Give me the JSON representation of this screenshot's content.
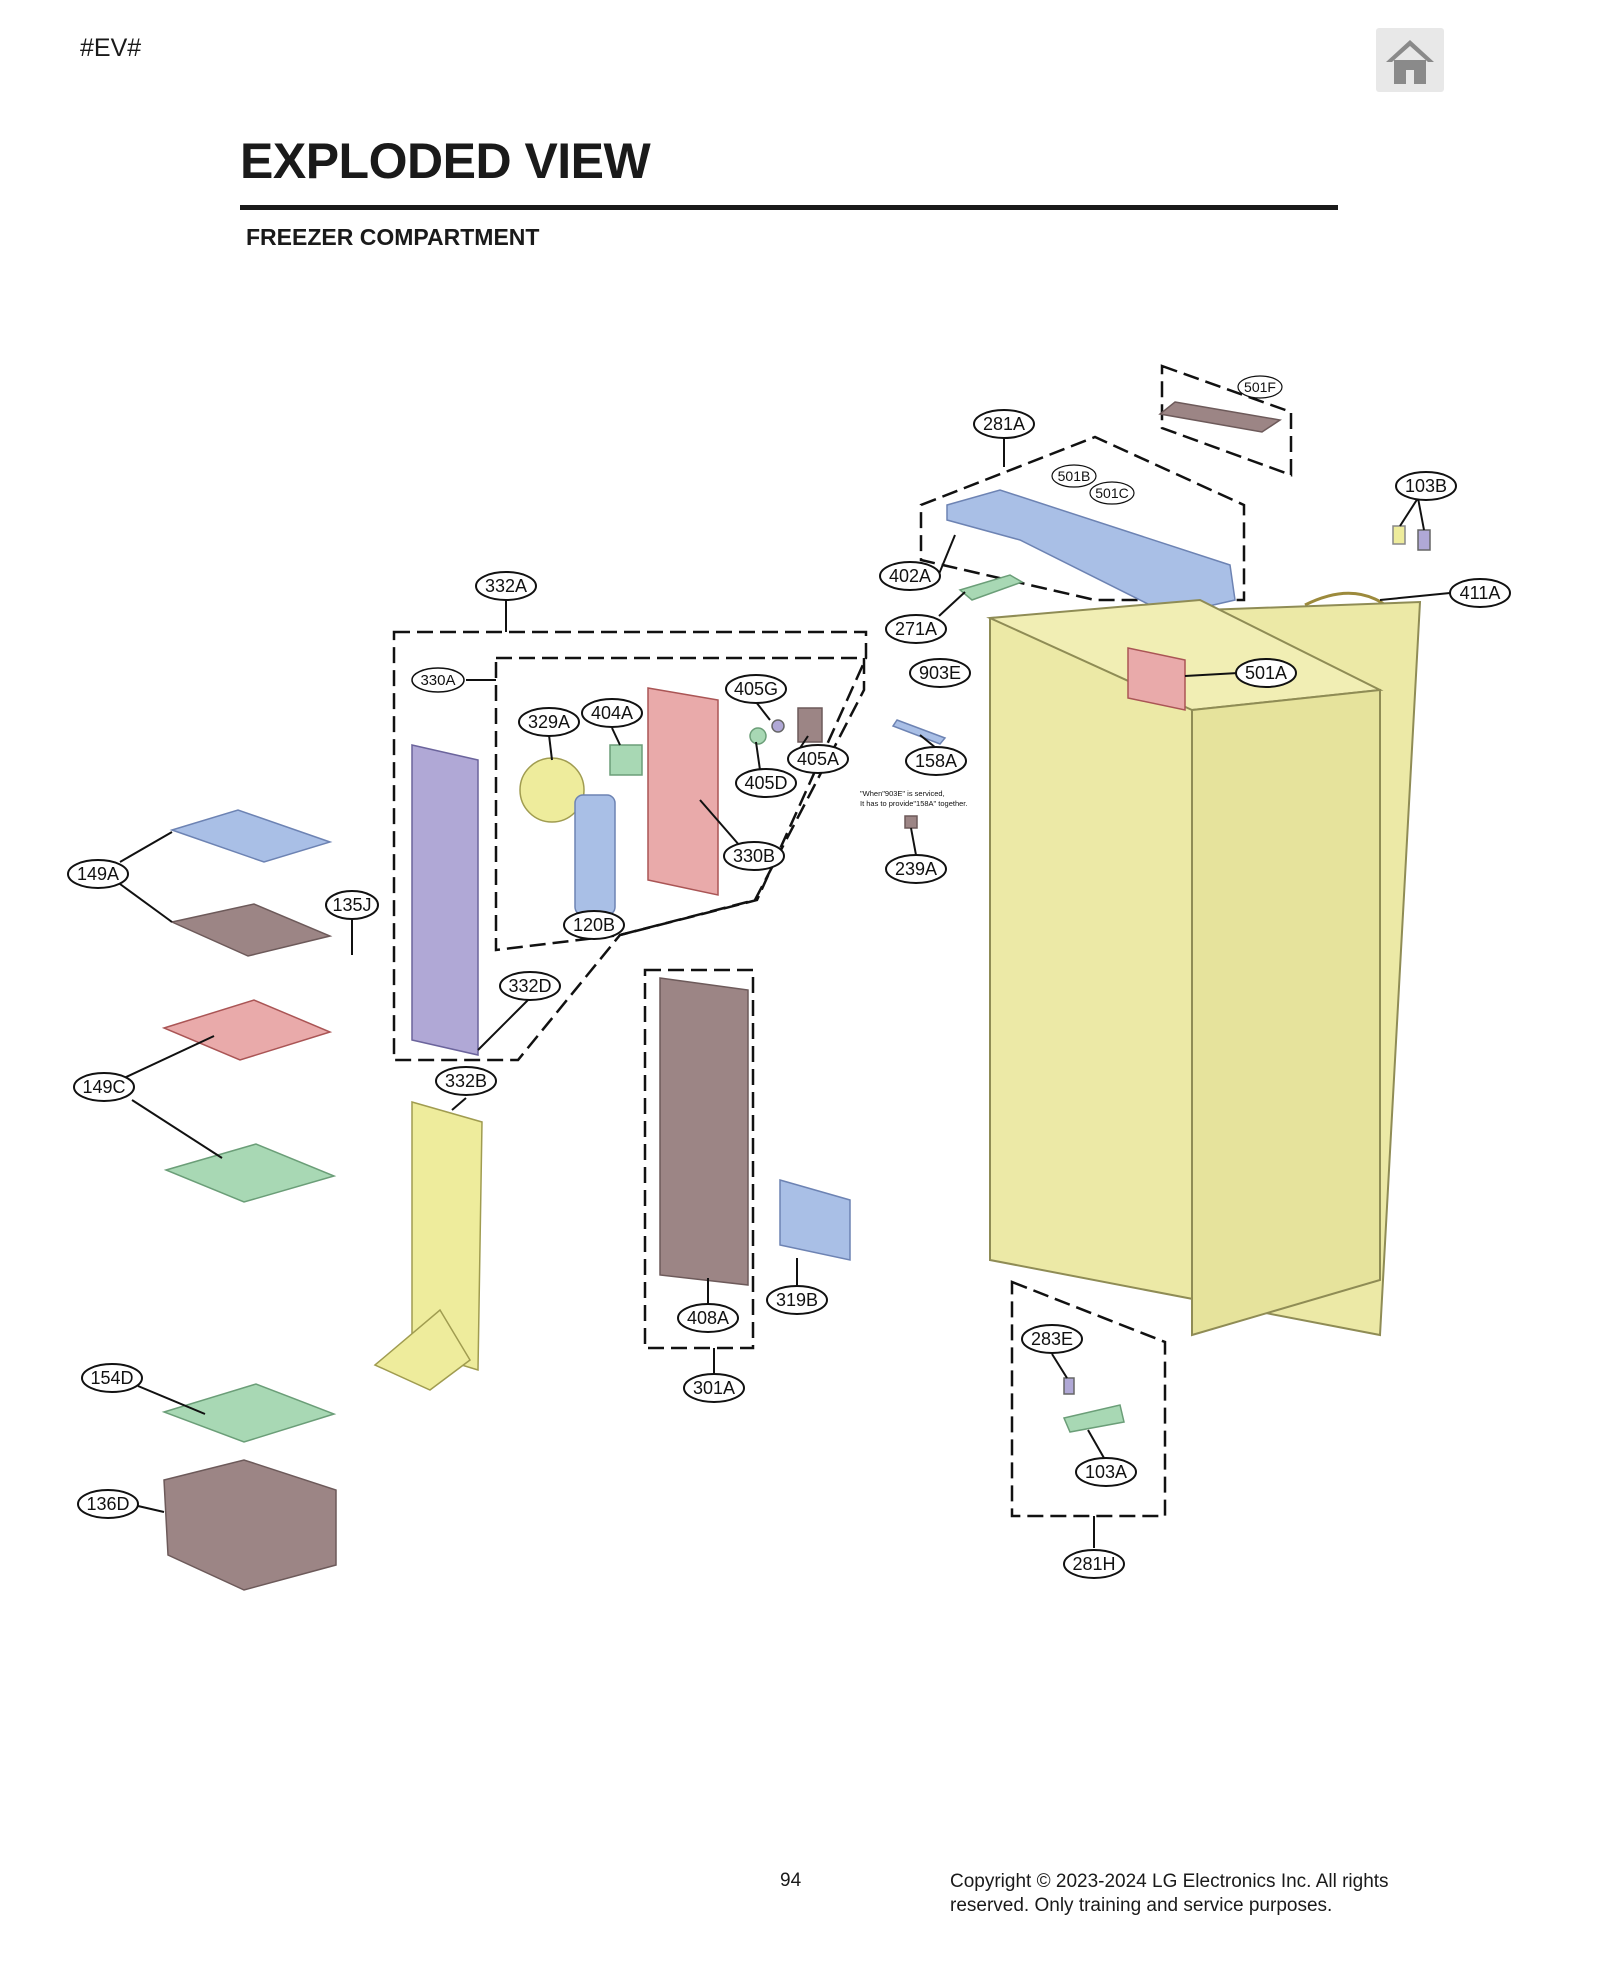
{
  "header": {
    "corner_tag": "#EV#",
    "home_icon": "home-icon",
    "title": "EXPLODED VIEW",
    "subtitle": "FREEZER COMPARTMENT"
  },
  "callouts": {
    "c501F": "501F",
    "c281A": "281A",
    "c501B": "501B",
    "c501C": "501C",
    "c103B": "103B",
    "c402A": "402A",
    "c411A": "411A",
    "c271A": "271A",
    "c332A": "332A",
    "c903E": "903E",
    "c501A": "501A",
    "c330A": "330A",
    "c405G": "405G",
    "c329A": "329A",
    "c404A": "404A",
    "c405A": "405A",
    "c405D": "405D",
    "c158A": "158A",
    "c330B": "330B",
    "c239A": "239A",
    "c149A": "149A",
    "c135J": "135J",
    "c120B": "120B",
    "c332D": "332D",
    "c332B": "332B",
    "c149C": "149C",
    "c408A": "408A",
    "c319B": "319B",
    "c283E": "283E",
    "c301A": "301A",
    "c154D": "154D",
    "c103A": "103A",
    "c136D": "136D",
    "c281H": "281H"
  },
  "note": {
    "line1": "\"When\"903E\" is serviced,",
    "line2": "It has to provide\"158A\" together."
  },
  "colors": {
    "cabinet": "#ece9a6",
    "blue": "#a9bfe6",
    "pink": "#e9aaaa",
    "brown": "#9c8585",
    "green": "#a8d8b4",
    "purple": "#b0a8d6",
    "yellow": "#eeec9c"
  },
  "footer": {
    "page_number": "94",
    "copyright_line1": "Copyright © 2023-2024 LG Electronics Inc. All rights",
    "copyright_line2": "reserved. Only training and service purposes."
  }
}
